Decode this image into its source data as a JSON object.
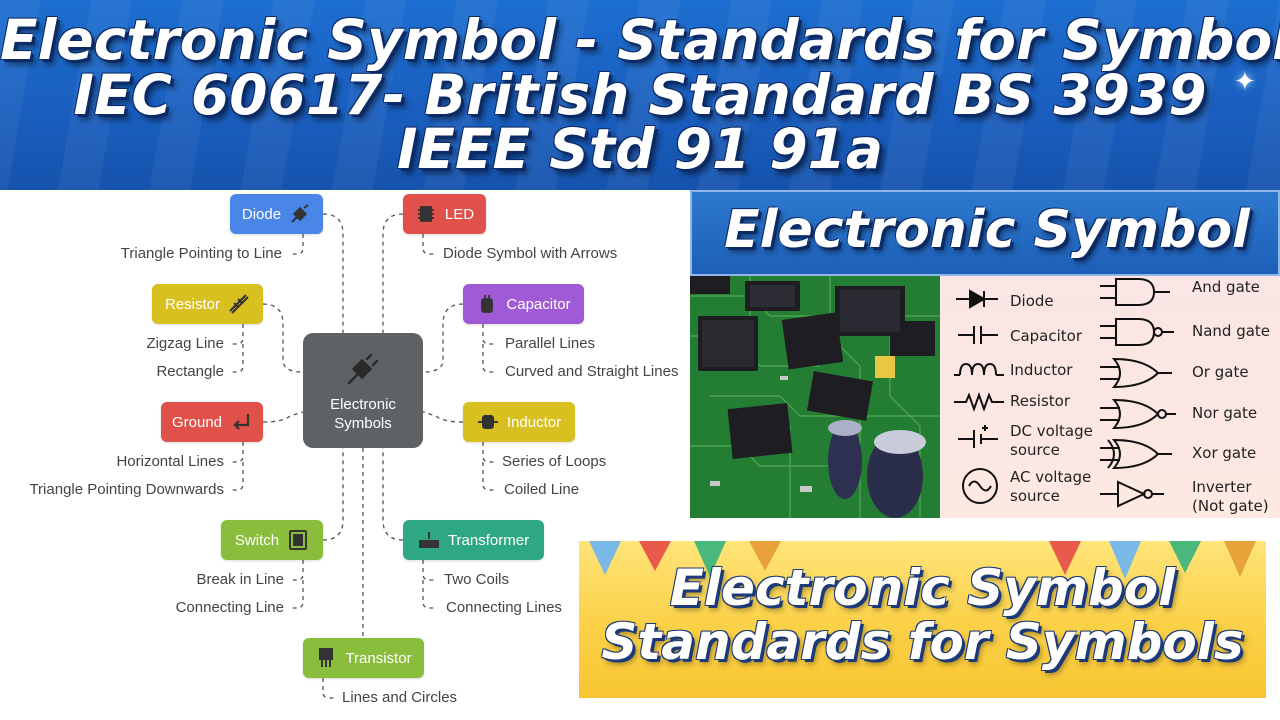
{
  "banner": {
    "line1": "Electronic Symbol - Standards for Symbols",
    "line2": "IEC 60617- British Standard BS 3939",
    "line3": "IEEE Std 91 91a"
  },
  "mindmap": {
    "center": {
      "line1": "Electronic",
      "line2": "Symbols"
    },
    "nodes": {
      "diode": {
        "label": "Diode",
        "color": "#4a86e8",
        "leaves": [
          "Triangle Pointing to Line"
        ]
      },
      "led": {
        "label": "LED",
        "color": "#e0514a",
        "leaves": [
          "Diode Symbol with Arrows"
        ]
      },
      "resistor": {
        "label": "Resistor",
        "color": "#d8c020",
        "leaves": [
          "Zigzag Line",
          "Rectangle"
        ]
      },
      "capacitor": {
        "label": "Capacitor",
        "color": "#a05ad6",
        "leaves": [
          "Parallel Lines",
          "Curved and Straight Lines"
        ]
      },
      "ground": {
        "label": "Ground",
        "color": "#e0514a",
        "leaves": [
          "Horizontal Lines",
          "Triangle Pointing Downwards"
        ]
      },
      "inductor": {
        "label": "Inductor",
        "color": "#d8c020",
        "leaves": [
          "Series of Loops",
          "Coiled Line"
        ]
      },
      "switch": {
        "label": "Switch",
        "color": "#8bbd3c",
        "leaves": [
          "Break in Line",
          "Connecting Line"
        ]
      },
      "transformer": {
        "label": "Transformer",
        "color": "#2ea882",
        "leaves": [
          "Two Coils",
          "Connecting Lines"
        ]
      },
      "transistor": {
        "label": "Transistor",
        "color": "#8bbd3c",
        "leaves": [
          "Lines and Circles"
        ]
      }
    }
  },
  "symbol_panel": {
    "title": "Electronic Symbol",
    "components": [
      {
        "label": "Diode",
        "icon": "diode-symbol"
      },
      {
        "label": "Capacitor",
        "icon": "capacitor-symbol"
      },
      {
        "label": "Inductor",
        "icon": "inductor-symbol"
      },
      {
        "label": "Resistor",
        "icon": "resistor-symbol"
      },
      {
        "label": "DC voltage",
        "label2": "source",
        "icon": "dc-source-symbol"
      },
      {
        "label": "AC voltage",
        "label2": "source",
        "icon": "ac-source-symbol"
      }
    ],
    "gates": [
      {
        "label": "And gate",
        "icon": "and-gate-symbol"
      },
      {
        "label": "Nand gate",
        "icon": "nand-gate-symbol"
      },
      {
        "label": "Or gate",
        "icon": "or-gate-symbol"
      },
      {
        "label": "Nor gate",
        "icon": "nor-gate-symbol"
      },
      {
        "label": "Xor gate",
        "icon": "xor-gate-symbol"
      },
      {
        "label": "Inverter",
        "label2": "(Not gate)",
        "icon": "inverter-symbol"
      }
    ]
  },
  "yellow_banner": {
    "line1": "Electronic Symbol",
    "line2": "Standards for Symbols"
  }
}
